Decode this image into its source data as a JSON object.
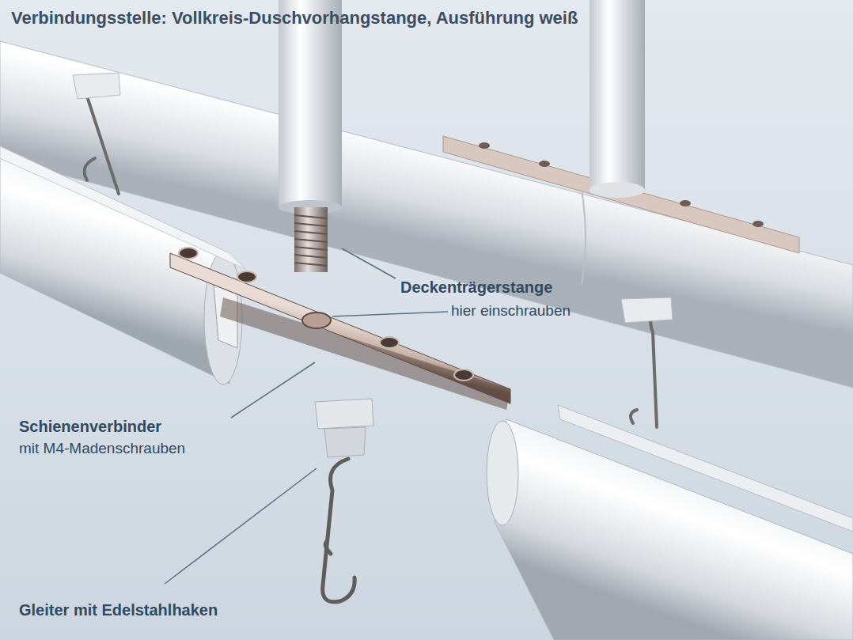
{
  "diagram": {
    "title": "Verbindungsstelle: Vollkreis-Duschvorhangstange, Ausführung weiß",
    "labels": [
      "Deckenträgerstange",
      "hier einschrauben",
      "Schienenverbinder",
      "mit M4-Madenschrauben",
      "Gleiter mit Edelstahlhaken"
    ]
  }
}
